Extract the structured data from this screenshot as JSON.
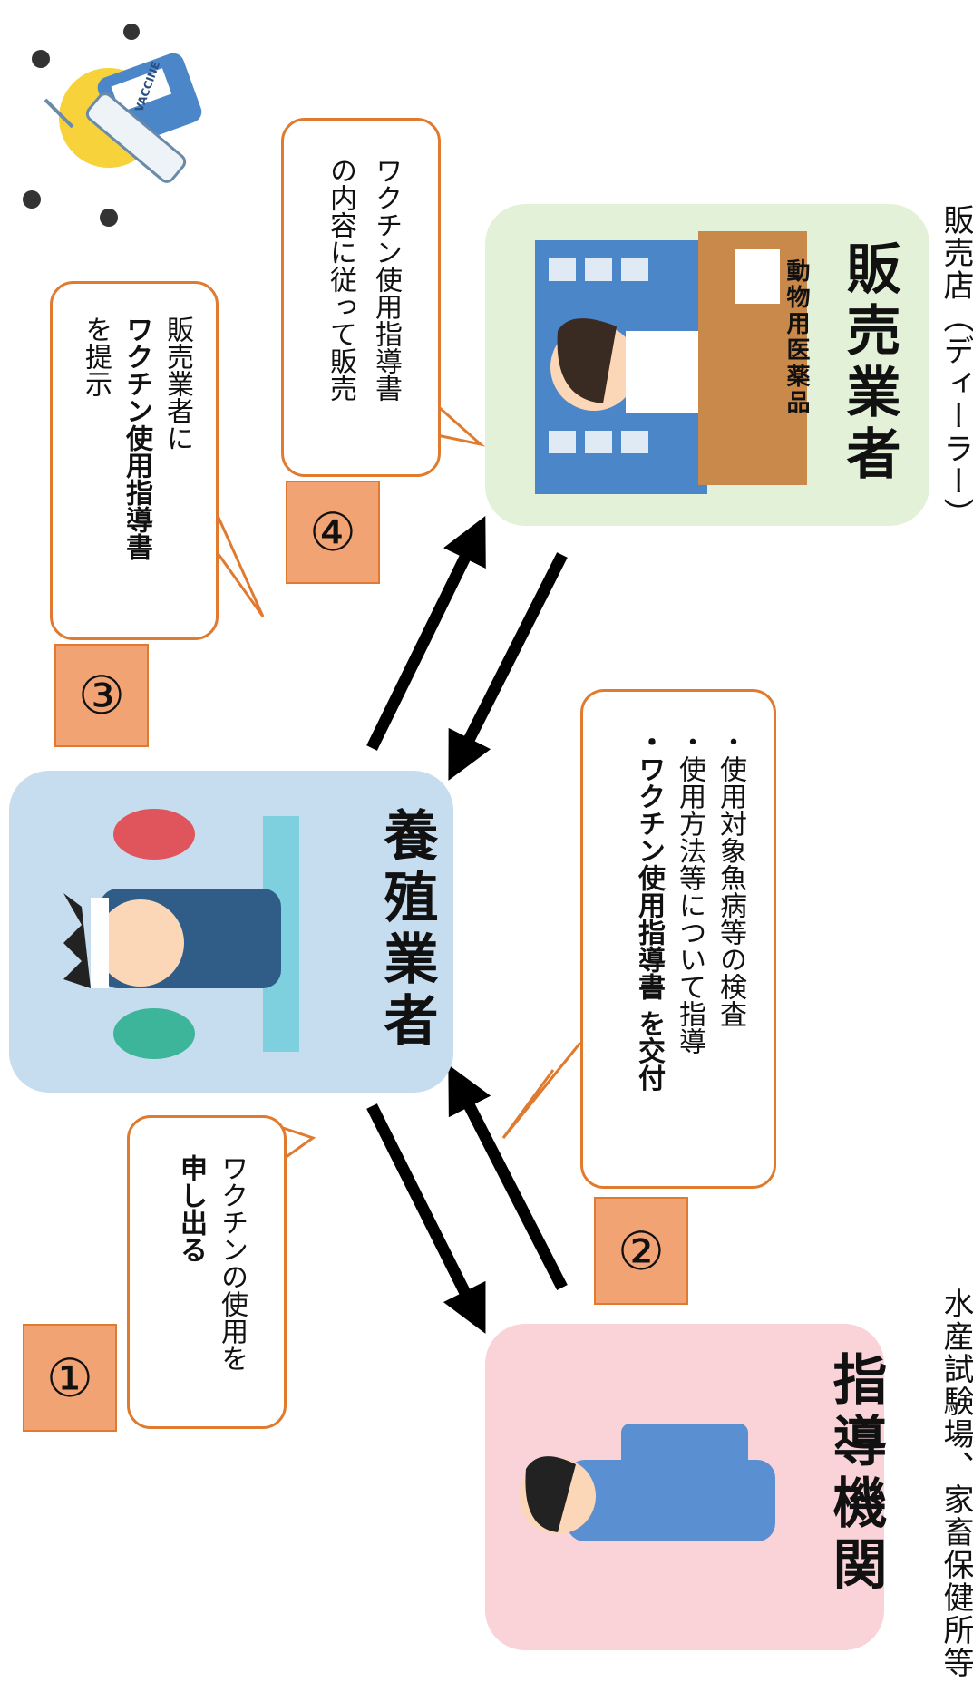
{
  "actors": {
    "farmer": {
      "label": "養殖業者",
      "color": "#c6dcef"
    },
    "dealer": {
      "label": "販売業者",
      "sublabel": "動物用医薬品",
      "note": "販売店（ディーラー）",
      "color": "#e3f1d9"
    },
    "guidance": {
      "label": "指導機関",
      "note": "水産試験場、家畜保健所等",
      "color": "#f9d3d8"
    }
  },
  "steps": [
    {
      "number": "①",
      "lines": [
        "ワクチンの使用を",
        "申し出る"
      ]
    },
    {
      "number": "②",
      "lines": [
        "・使用対象魚病等の検査",
        "・使用方法等について指導",
        "・ワクチン使用指導書 を交付"
      ]
    },
    {
      "number": "③",
      "lines": [
        "販売業者に",
        "ワクチン使用指導書",
        "を提示"
      ]
    },
    {
      "number": "④",
      "lines": [
        "ワクチン使用指導書",
        "の内容に従って販売"
      ]
    }
  ],
  "icon_names": [
    "vaccine-vial-syringe-icon",
    "fish-farmer-icon",
    "pharmacist-icon",
    "guidance-officer-icon"
  ],
  "colors": {
    "accent": "#e07a2e",
    "step_fill": "#f2a374",
    "arrow": "#000000"
  }
}
